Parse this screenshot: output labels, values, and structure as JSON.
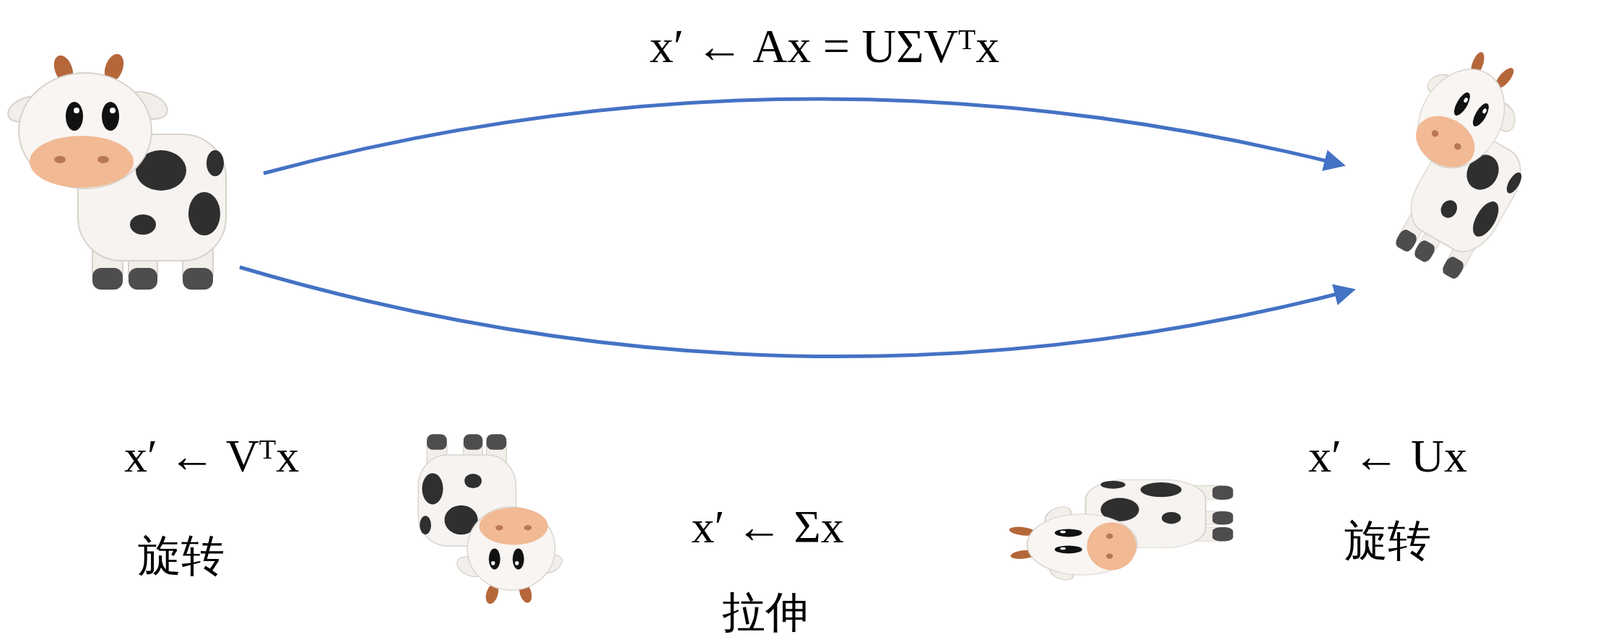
{
  "diagram": {
    "labels": [
      "x′ ← Ax = UΣVᵀx",
      "x′ ← Vᵀx",
      "旋转",
      "x′ ← Σx",
      "拉伸",
      "x′ ← Ux",
      "旋转"
    ]
  }
}
